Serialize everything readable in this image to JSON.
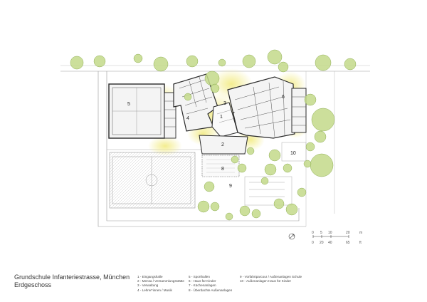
{
  "title": {
    "line1": "Grundschule Infanteriestrasse, München",
    "line2": "Erdgeschoss"
  },
  "legend": {
    "col1": [
      "1 - Eingangshalle",
      "2 - Mensa / Versammlungsstätte",
      "3 - Verwaltung",
      "4 - Lehrer*innen / Musik"
    ],
    "col2": [
      "5 - Sporthallen",
      "6 - Haus für Kinder",
      "7 - Küchenanlagen",
      "8 - Überdachte Außenanlagen"
    ],
    "col3": [
      "9 - Vorfahrtparcour / Außenanlagen Schule",
      "10 - Außenanlagen Haus für Kinder"
    ]
  },
  "plan_numbers": [
    "5",
    "4",
    "1",
    "3",
    "7",
    "6",
    "2",
    "8",
    "9",
    "10"
  ],
  "scale": {
    "metric": [
      "0",
      "5",
      "10",
      "20"
    ],
    "metric_unit": "m",
    "feet": [
      "0",
      "20",
      "40",
      "65"
    ],
    "feet_unit": "ft"
  },
  "colors": {
    "building_fill": "#f4f4f4",
    "building_stroke": "#2a2a2a",
    "tree_green": "#c3d98a",
    "tree_stroke": "#8fae55",
    "glow_yellow": "#f4ee9a",
    "site_line": "#9a9a9a"
  }
}
